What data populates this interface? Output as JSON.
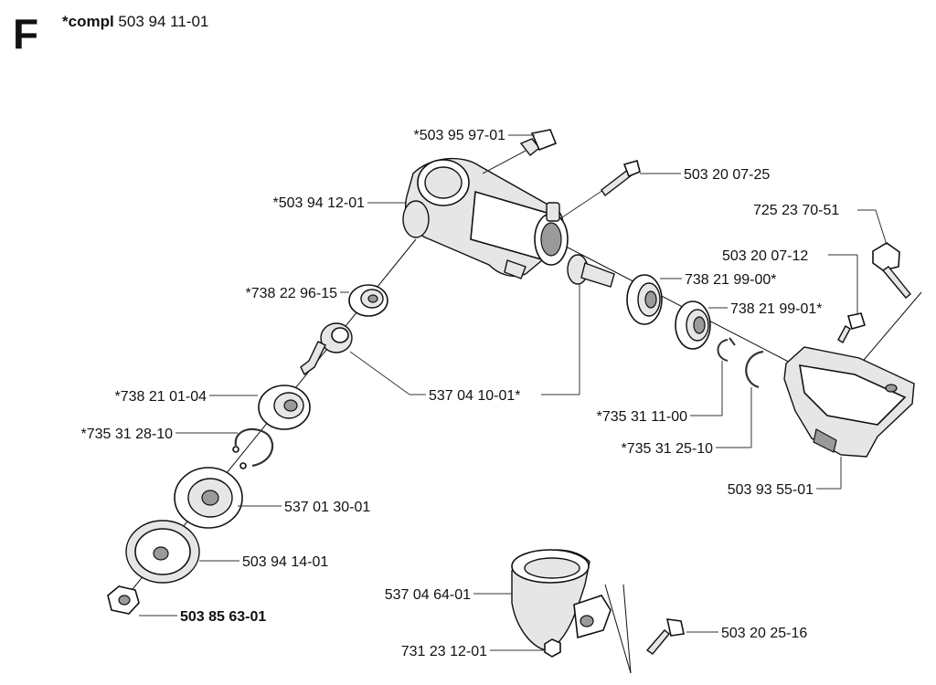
{
  "header": {
    "section_letter": "F",
    "compl_prefix": "*compl",
    "compl_number": "503 94 11-01"
  },
  "parts": {
    "bolt_top": "*503 95 97-01",
    "gear_housing": "*503 94 12-01",
    "screw_503200725": "503 20 07-25",
    "bolt_725237051": "725 23 70-51",
    "screw_503200712": "503 20 07-12",
    "bearing_738219900": "738 21 99-00*",
    "bearing_738219901": "738 21 99-01*",
    "bearing_738229615": "*738 22 96-15",
    "shaft_537041001": "537 04 10-01*",
    "bearing_738210104": "*738 21 01-04",
    "ring_735312810": "*735 31 28-10",
    "ring_735311100": "*735 31 11-00",
    "ring_735312510": "*735 31 25-10",
    "guard_503935501": "503 93 55-01",
    "washer_537013001": "537 01 30-01",
    "cup_503941401": "503 94 14-01",
    "nut_503856301": "503 85 63-01",
    "clamp_537046401": "537 04 64-01",
    "screw_503202516": "503 20 25-16",
    "nut_731231201": "731 23 12-01"
  }
}
